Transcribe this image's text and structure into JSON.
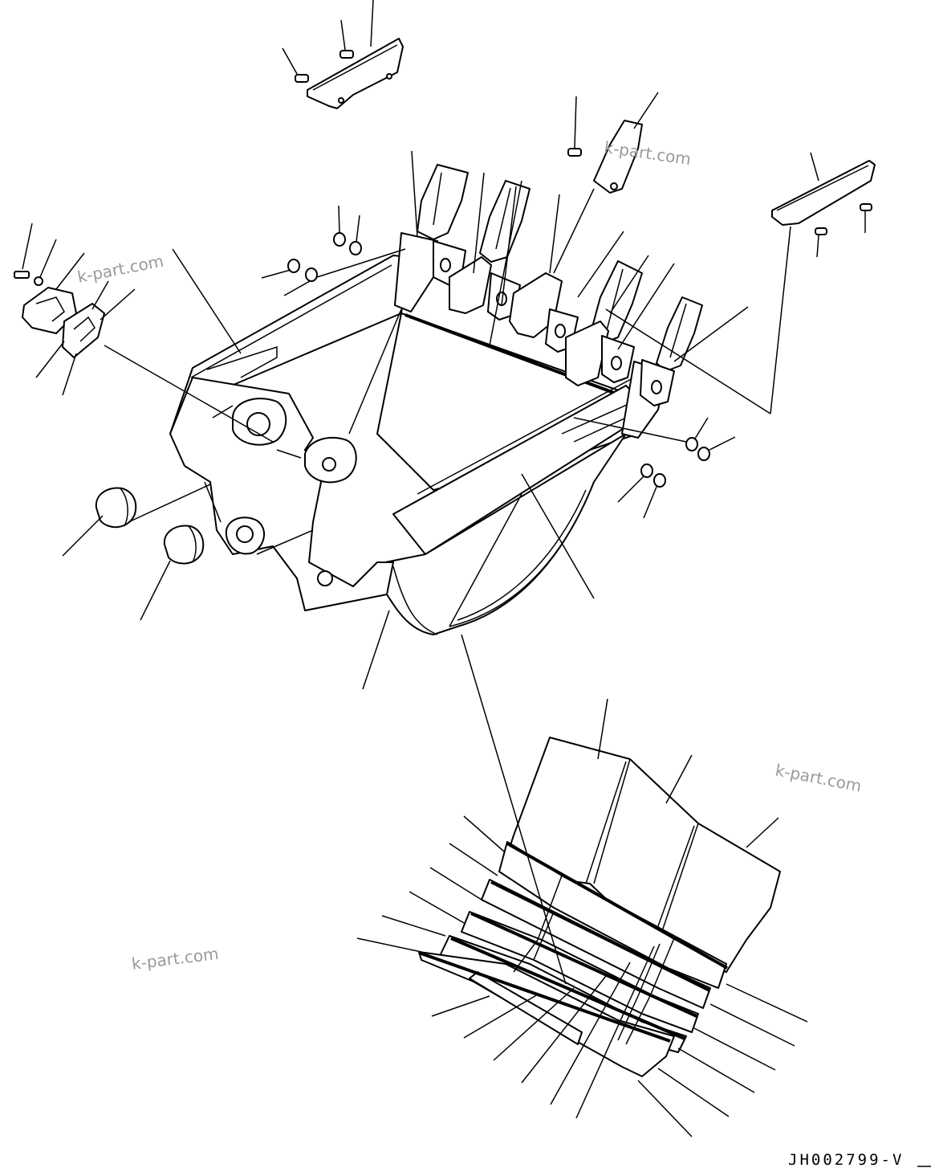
{
  "watermarks": [
    "k-part.com",
    "k-part.com",
    "k-part.com",
    "k-part.com"
  ],
  "drawing_code": "JH002799-V"
}
